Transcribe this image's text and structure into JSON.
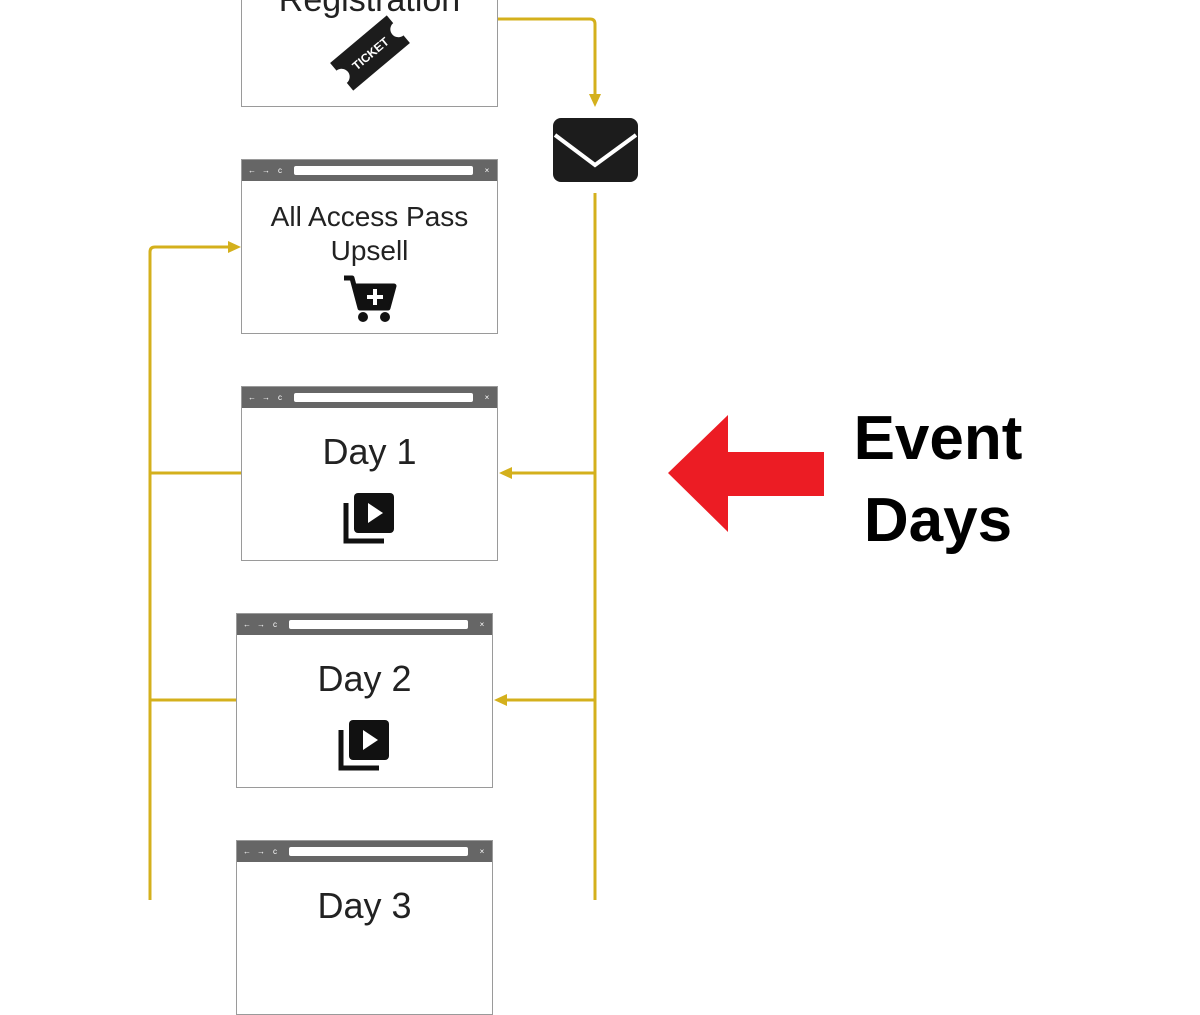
{
  "registration": {
    "title": "Registration",
    "ticket_text": "TICKET"
  },
  "upsell": {
    "title_line1": "All Access Pass",
    "title_line2": "Upsell"
  },
  "days": [
    {
      "title": "Day 1"
    },
    {
      "title": "Day 2"
    },
    {
      "title": "Day 3"
    }
  ],
  "callout": {
    "line1": "Event",
    "line2": "Days"
  },
  "colors": {
    "connector": "#d4b01c",
    "arrow": "#ec1c24",
    "browser_bar": "#666666"
  }
}
